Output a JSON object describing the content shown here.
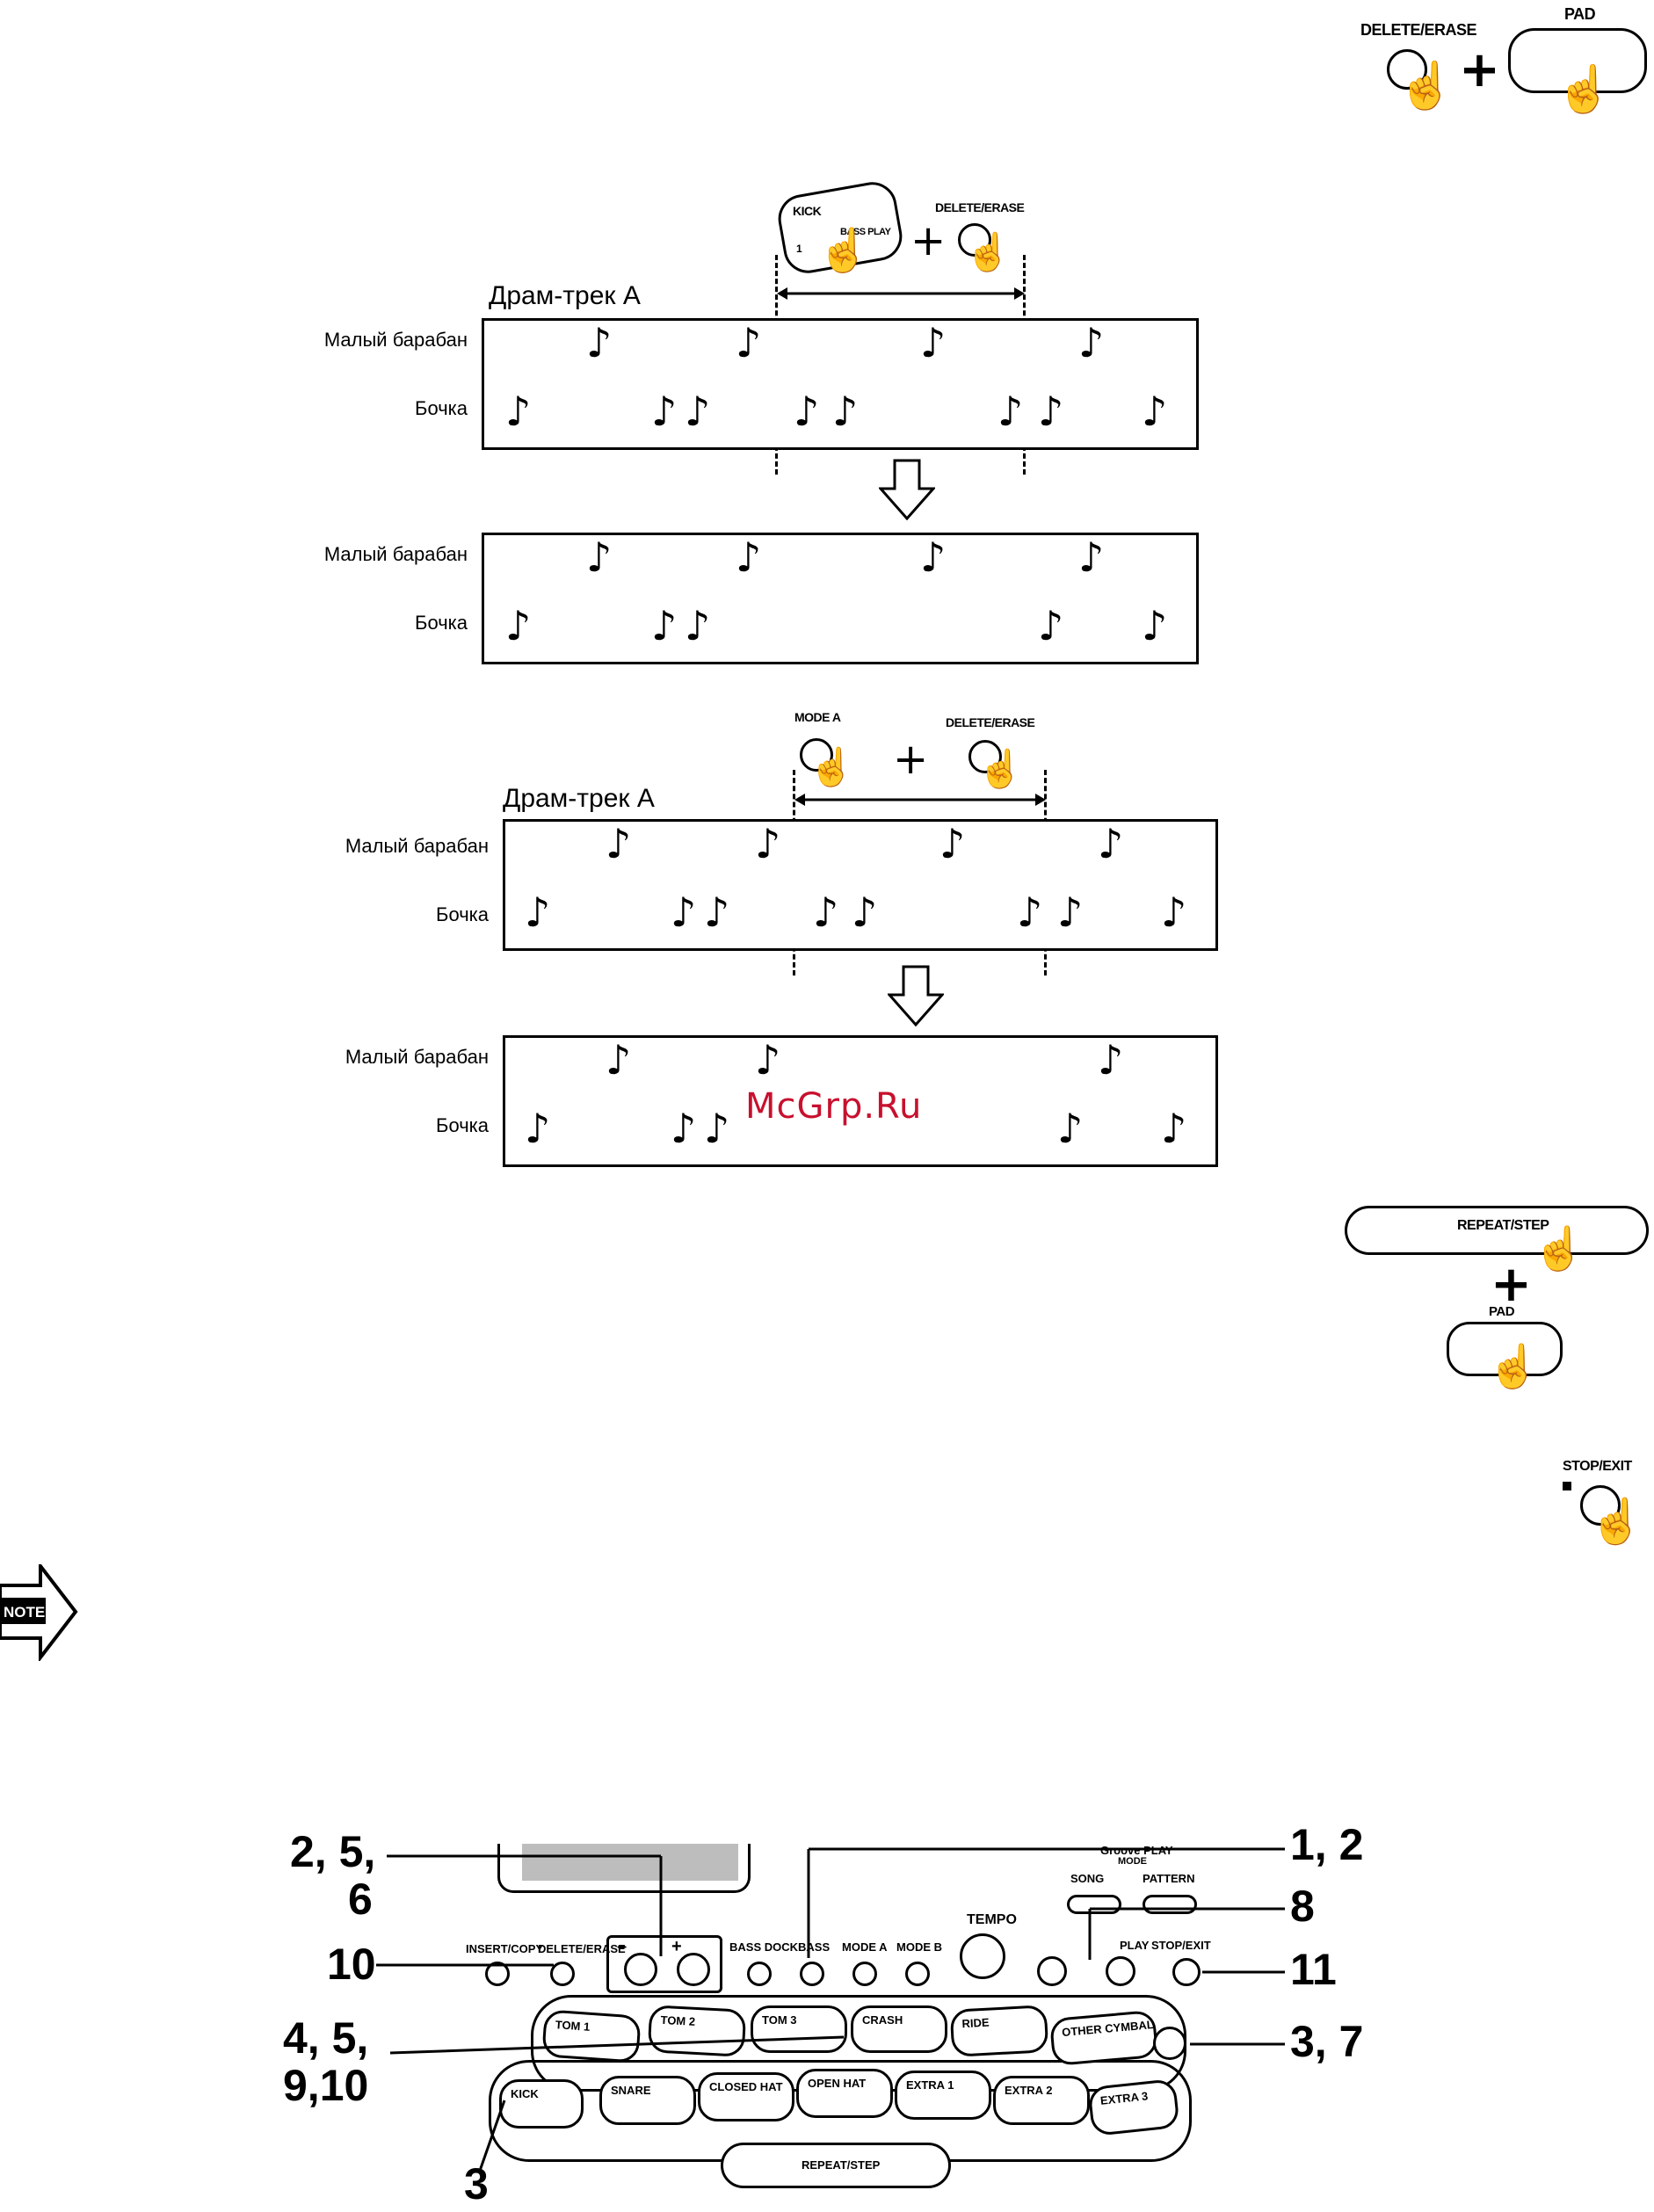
{
  "buttons": {
    "delete_erase": "DELETE/ERASE",
    "pad": "PAD",
    "kick": "KICK",
    "bass_play": "BASS PLAY",
    "kick_num": "1",
    "delete_erase_small": "DELETE/ERASE",
    "mode_a": "MODE A",
    "repeat_step": "REPEAT/STEP",
    "pad2": "PAD",
    "stop_exit": "STOP/EXIT"
  },
  "diagram1": {
    "track_title": "Драм-трек А",
    "row_snare": "Малый барабан",
    "row_kick": "Бочка"
  },
  "diagram2": {
    "track_title": "Драм-трек А",
    "row_snare": "Малый барабан",
    "row_kick": "Бочка"
  },
  "note_glyph": "♪",
  "plus_glyph": "+",
  "note_icon_label": "NOTE",
  "watermark": "McGrp.Ru",
  "callouts": {
    "c_2_5_6": [
      "2, 5,",
      "6"
    ],
    "c_10": "10",
    "c_4_5_9_10": [
      "4, 5,",
      "9,10"
    ],
    "c_3": "3",
    "c_1_2": "1, 2",
    "c_8": "8",
    "c_11": "11",
    "c_3_7": "3, 7"
  },
  "panel": {
    "insert_copy": "INSERT/COPY",
    "delete_erase": "DELETE/ERASE",
    "minus": "–",
    "plus": "+",
    "bass_dock": "BASS DOCK",
    "bass": "BASS",
    "mode_a": "MODE A",
    "mode_b": "MODE B",
    "tempo": "TEMPO",
    "song": "SONG",
    "pattern": "PATTERN",
    "mode": "MODE",
    "groove_play": "Groove PLAY",
    "play": "PLAY",
    "stop_exit": "STOP/EXIT",
    "repeat_step": "REPEAT/STEP",
    "pads_row1": [
      "TOM 1",
      "TOM 2",
      "TOM 3",
      "CRASH",
      "RIDE",
      "OTHER CYMBAL"
    ],
    "pads_row2": [
      "KICK",
      "SNARE",
      "CLOSED HAT",
      "OPEN HAT",
      "EXTRA 1",
      "EXTRA 2",
      "EXTRA 3"
    ]
  }
}
